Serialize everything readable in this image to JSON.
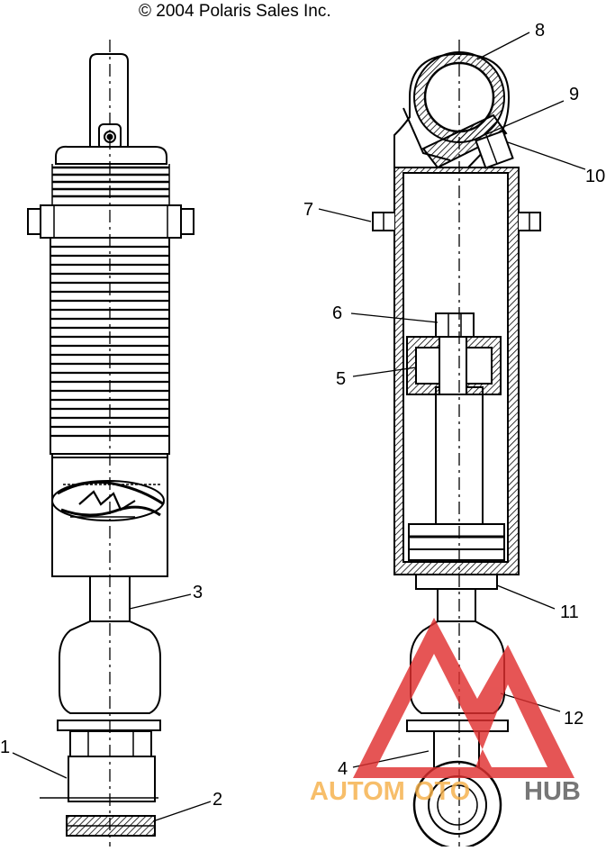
{
  "copyright": "© 2004 Polaris Sales Inc.",
  "callouts": {
    "c1": "1",
    "c2": "2",
    "c3": "3",
    "c4": "4",
    "c5": "5",
    "c6": "6",
    "c7": "7",
    "c8": "8",
    "c9": "9",
    "c10": "10",
    "c11": "11",
    "c12": "12"
  },
  "watermark": {
    "left": "AUTOM",
    "mid": "OTO",
    "right": "HUB"
  },
  "colors": {
    "line": "#000000",
    "watermark_red": "#e03030",
    "watermark_orange": "#f6b04a",
    "watermark_gray": "#5a5a5a"
  }
}
